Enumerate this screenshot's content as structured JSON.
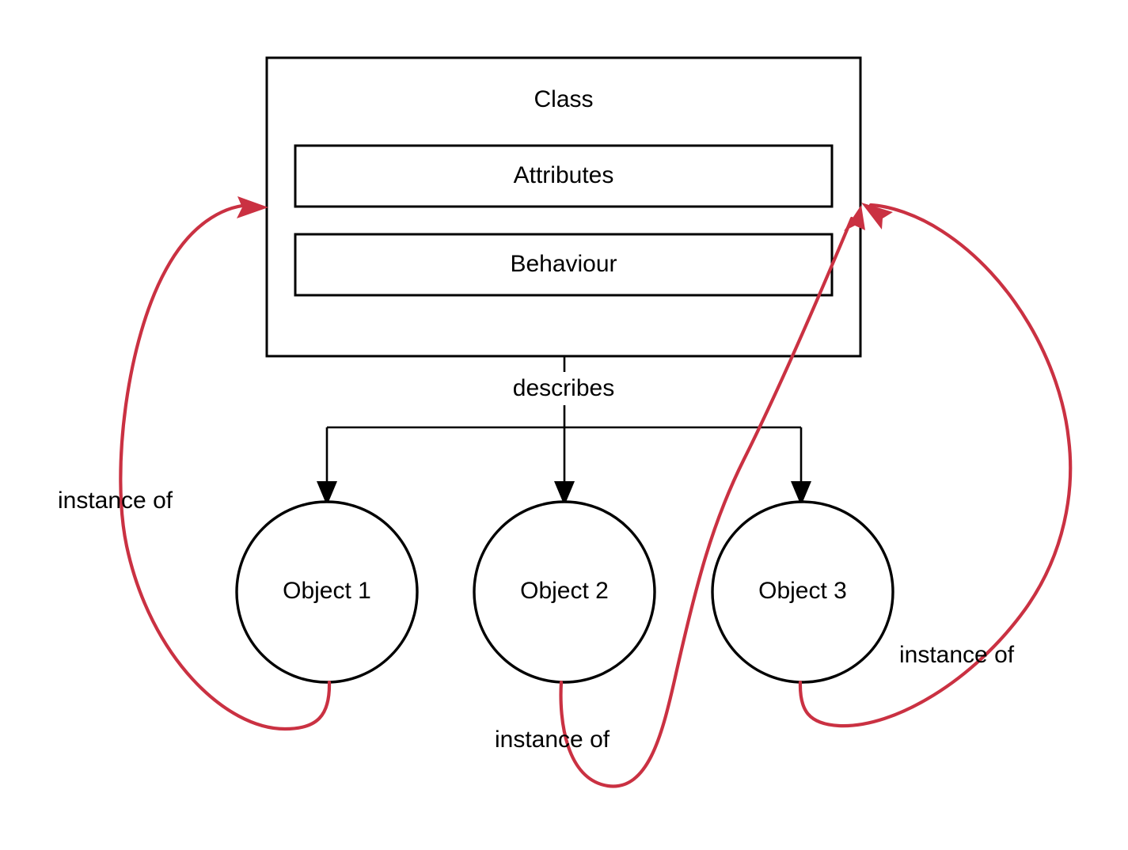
{
  "diagram": {
    "title": "Class and Object Instance Diagram",
    "colors": {
      "stroke": "#000000",
      "background": "#ffffff",
      "relationship": "#ca3142"
    },
    "class_box": {
      "name": "Class",
      "compartments": [
        {
          "label": "Attributes"
        },
        {
          "label": "Behaviour"
        }
      ]
    },
    "relations": {
      "describes_label": "describes",
      "instance_of_left": "instance of",
      "instance_of_bottom": "instance of",
      "instance_of_right": "instance of"
    },
    "objects": [
      {
        "label": "Object 1"
      },
      {
        "label": "Object 2"
      },
      {
        "label": "Object 3"
      }
    ]
  }
}
